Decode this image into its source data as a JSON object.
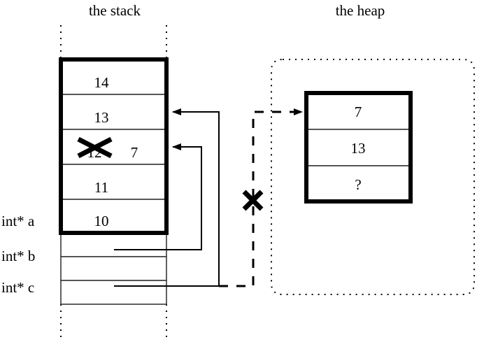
{
  "figure": {
    "title_stack": "the stack",
    "title_heap": "the heap"
  },
  "stack": {
    "region_label": "the stack",
    "frame_cells": [
      {
        "value": "14"
      },
      {
        "value": "13"
      },
      {
        "value": "7",
        "struck_out_value": "12"
      },
      {
        "value": "11"
      },
      {
        "value": "10"
      }
    ],
    "pointer_vars": [
      {
        "label": "int* a"
      },
      {
        "label": "int* b"
      },
      {
        "label": "int* c"
      }
    ]
  },
  "heap": {
    "region_label": "the heap",
    "cells": [
      {
        "value": "7"
      },
      {
        "value": "13"
      },
      {
        "value": "?"
      }
    ]
  },
  "marks": {
    "invalid_pointer_cross": "×",
    "overwritten_value_cross": "×"
  },
  "colors": {
    "ink": "#000000",
    "background": "#ffffff",
    "thin_rule": "#3a3a3a"
  }
}
